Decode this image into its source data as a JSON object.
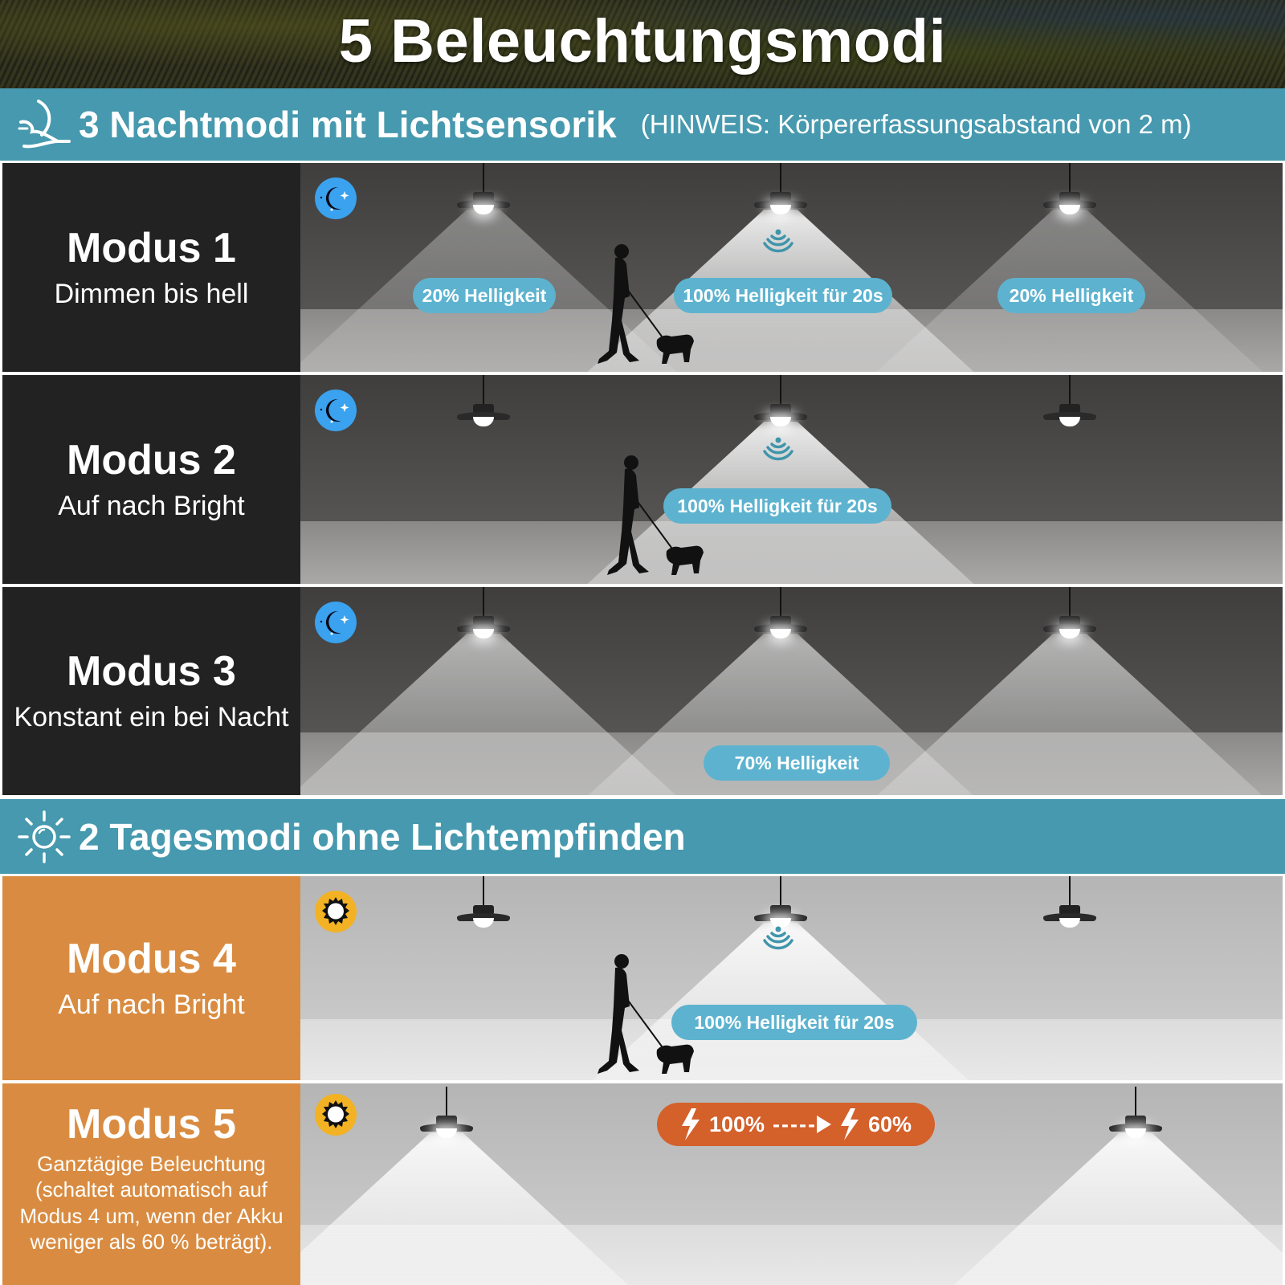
{
  "title": "5 Beleuchtungsmodi",
  "night_section": {
    "title": "3 Nachtmodi mit Lichtsensorik",
    "note": "(HINWEIS: Körpererfassungsabstand von 2 m)",
    "icon": "moon-bird-icon"
  },
  "day_section": {
    "title": "2 Tagesmodi ohne Lichtempfinden",
    "icon": "sun-icon"
  },
  "modes": [
    {
      "title": "Modus 1",
      "description": "Dimmen bis hell",
      "type": "night",
      "icon": "moon-icon",
      "labels": [
        "20% Helligkeit",
        "100% Helligkeit für 20s",
        "20% Helligkeit"
      ]
    },
    {
      "title": "Modus 2",
      "description": "Auf nach Bright",
      "type": "night",
      "icon": "moon-icon",
      "labels": [
        "100% Helligkeit für 20s"
      ]
    },
    {
      "title": "Modus 3",
      "description": "Konstant ein bei Nacht",
      "type": "night",
      "icon": "moon-icon",
      "labels": [
        "70% Helligkeit"
      ]
    },
    {
      "title": "Modus 4",
      "description": "Auf nach Bright",
      "type": "day",
      "icon": "sun-icon",
      "labels": [
        "100% Helligkeit für 20s"
      ]
    },
    {
      "title": "Modus 5",
      "description_lines": [
        "Ganztägige Beleuchtung",
        "(schaltet automatisch auf",
        "Modus 4 um, wenn der Akku",
        "weniger als 60 % beträgt)."
      ],
      "type": "day",
      "icon": "sun-icon",
      "battery": {
        "from": "100%",
        "arrow": "-----",
        "to": "60%"
      }
    }
  ],
  "colors": {
    "teal_band": "#4699ae",
    "night_panel": "#222222",
    "day_panel": "#d98c41",
    "label_pill": "#5db3cf",
    "battery_pill": "#d4602a",
    "moon_badge": "#3aa2ee",
    "sun_badge": "#f2b223"
  }
}
